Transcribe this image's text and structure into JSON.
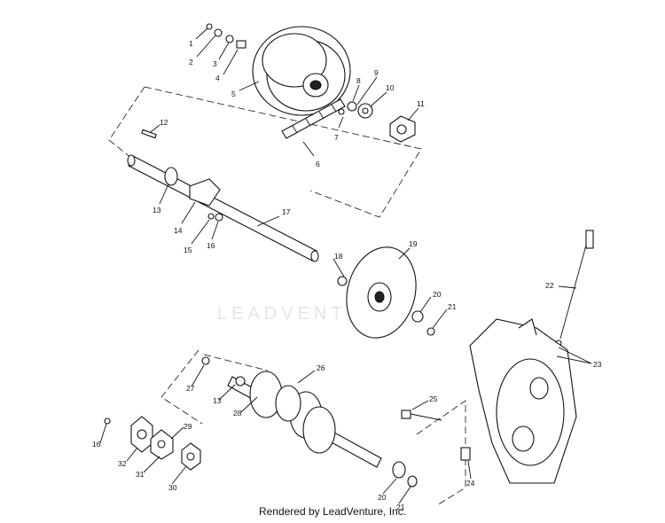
{
  "callouts": [
    "1",
    "2",
    "3",
    "4",
    "5",
    "6",
    "7",
    "8",
    "9",
    "10",
    "11",
    "12",
    "13",
    "14",
    "15",
    "16",
    "17",
    "18",
    "19",
    "20",
    "21",
    "22",
    "23",
    "13",
    "28",
    "26",
    "27",
    "25",
    "16",
    "29",
    "32",
    "31",
    "30",
    "24",
    "20",
    "21"
  ],
  "watermark": "LEADVENTURE",
  "footer": "Rendered by LeadVenture, Inc."
}
